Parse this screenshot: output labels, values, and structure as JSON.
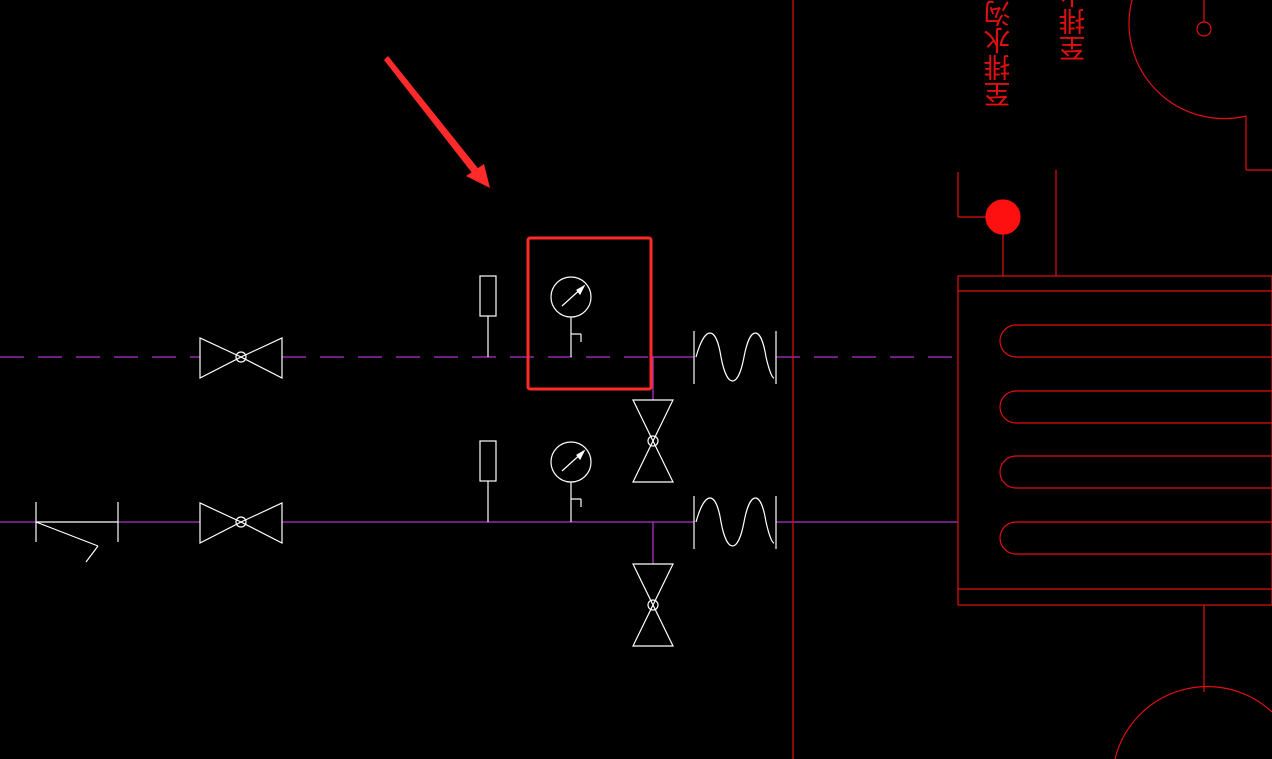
{
  "colors": {
    "background": "#000000",
    "pipe": "#b030c8",
    "symbol": "#ffffff",
    "wall": "#e01010",
    "highlight": "#ff2a2a"
  },
  "labels": {
    "label_a": "至排水沟",
    "label_b": "至排水口"
  },
  "symbols": {
    "upper_row": [
      "gate-valve",
      "thermometer",
      "pressure-gauge",
      "drain-valve",
      "flexible-joint"
    ],
    "lower_row": [
      "y-strainer",
      "gate-valve",
      "thermometer",
      "pressure-gauge",
      "drain-valve",
      "flexible-joint"
    ],
    "equipment": [
      "heat-exchanger",
      "pump-indicator"
    ],
    "annotation": [
      "pointer-arrow",
      "highlight-box"
    ]
  }
}
